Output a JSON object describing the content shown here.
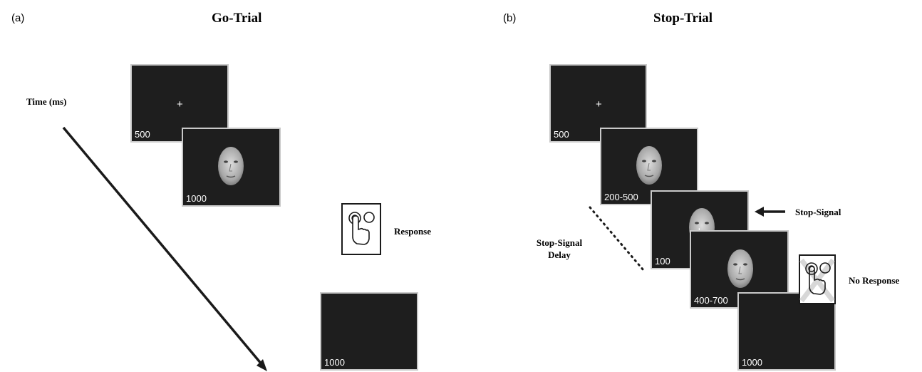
{
  "panel_a": {
    "letter": "(a)",
    "title": "Go-Trial",
    "time_label": "Time (ms)",
    "response_label": "Response",
    "screens": [
      {
        "content": "fixation",
        "duration": "500"
      },
      {
        "content": "face",
        "duration": "1000"
      },
      {
        "content": "blank",
        "duration": "1000"
      }
    ]
  },
  "panel_b": {
    "letter": "(b)",
    "title": "Stop-Trial",
    "stop_signal_label": "Stop-Signal",
    "ssd_label_line1": "Stop-Signal",
    "ssd_label_line2": "Delay",
    "no_response_label": "No Response",
    "screens": [
      {
        "content": "fixation",
        "duration": "500"
      },
      {
        "content": "face",
        "duration": "200-500"
      },
      {
        "content": "face-partial",
        "duration": "100"
      },
      {
        "content": "face",
        "duration": "400-700"
      },
      {
        "content": "blank",
        "duration": "1000"
      }
    ]
  },
  "colors": {
    "screen_background": "#1e1e1e",
    "screen_border": "#c9c9c9",
    "text": "#000000"
  },
  "icons": [
    "finger-press-icon",
    "finger-press-crossed-icon",
    "left-arrow-icon",
    "diagonal-arrow-icon"
  ]
}
